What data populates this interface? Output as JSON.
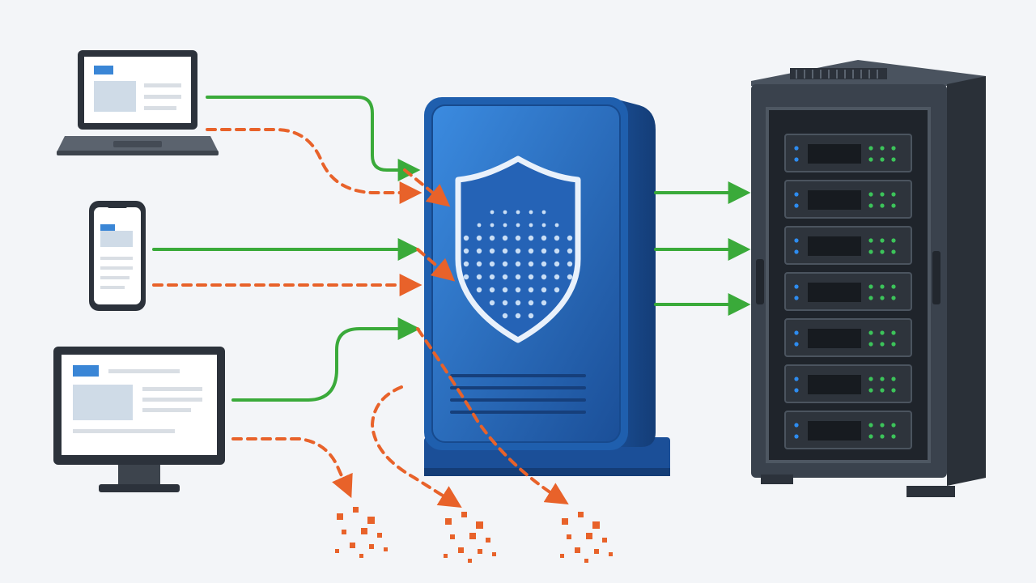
{
  "nodes": {
    "laptop": {
      "icon": "laptop-icon"
    },
    "phone": {
      "icon": "smartphone-icon"
    },
    "desktop": {
      "icon": "desktop-monitor-icon"
    },
    "firewall": {
      "icon": "shield-firewall-icon"
    },
    "server": {
      "icon": "server-rack-icon"
    }
  },
  "flows": {
    "allowed_count": 3,
    "blocked_count": 6,
    "forwarded_count": 3
  },
  "colors": {
    "background": "#f3f5f8",
    "allowed": "#3aaa3a",
    "blocked": "#e8622a",
    "firewall_blue": "#1f5fae",
    "firewall_dark": "#17468a",
    "server_body": "#3a424d",
    "server_dark": "#22272e",
    "led_blue": "#2d8cf0",
    "led_green": "#3cc45a"
  }
}
